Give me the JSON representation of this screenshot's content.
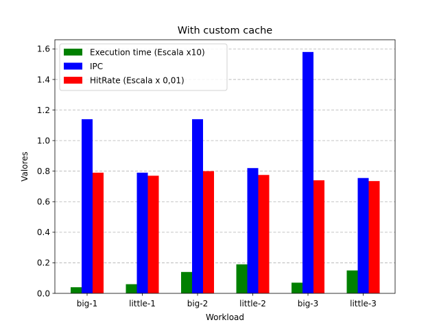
{
  "chart_data": {
    "type": "bar",
    "title": "With custom cache",
    "xlabel": "Workload",
    "ylabel": "Valores",
    "categories": [
      "big-1",
      "little-1",
      "big-2",
      "little-2",
      "big-3",
      "little-3"
    ],
    "series": [
      {
        "name": "Execution time (Escala x10)",
        "color": "#008000",
        "values": [
          0.04,
          0.06,
          0.14,
          0.19,
          0.07,
          0.15
        ]
      },
      {
        "name": "IPC",
        "color": "#0000ff",
        "values": [
          1.14,
          0.79,
          1.14,
          0.82,
          1.58,
          0.755
        ]
      },
      {
        "name": "HitRate (Escala x 0,01)",
        "color": "#ff0000",
        "values": [
          0.79,
          0.77,
          0.8,
          0.775,
          0.74,
          0.735
        ]
      }
    ],
    "ylim": [
      0,
      1.66
    ],
    "yticks": [
      "0.0",
      "0.2",
      "0.4",
      "0.6",
      "0.8",
      "1.0",
      "1.2",
      "1.4",
      "1.6"
    ],
    "grid": true,
    "grid_axis": "y",
    "legend_position": "upper-left"
  }
}
